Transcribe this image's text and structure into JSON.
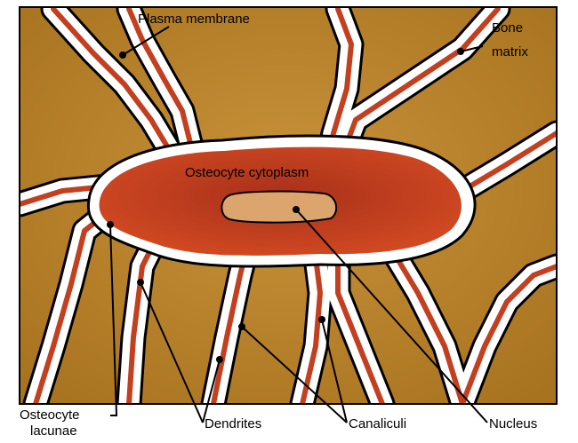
{
  "diagram": {
    "labels": {
      "plasma_membrane": "Plasma membrane",
      "bone_matrix_line1": "Bone",
      "bone_matrix_line2": "matrix",
      "osteocyte_cytoplasm": "Osteocyte cytoplasm",
      "osteocyte_lacunae_line1": "Osteocyte",
      "osteocyte_lacunae_line2": "lacunae",
      "dendrites": "Dendrites",
      "canaliculi": "Canaliculi",
      "nucleus": "Nucleus"
    },
    "colors": {
      "bone_matrix": "#b8822a",
      "cytoplasm": "#c2401f",
      "nucleus": "#dca56e",
      "lacuna": "#ffffff",
      "outline": "#000000"
    }
  }
}
